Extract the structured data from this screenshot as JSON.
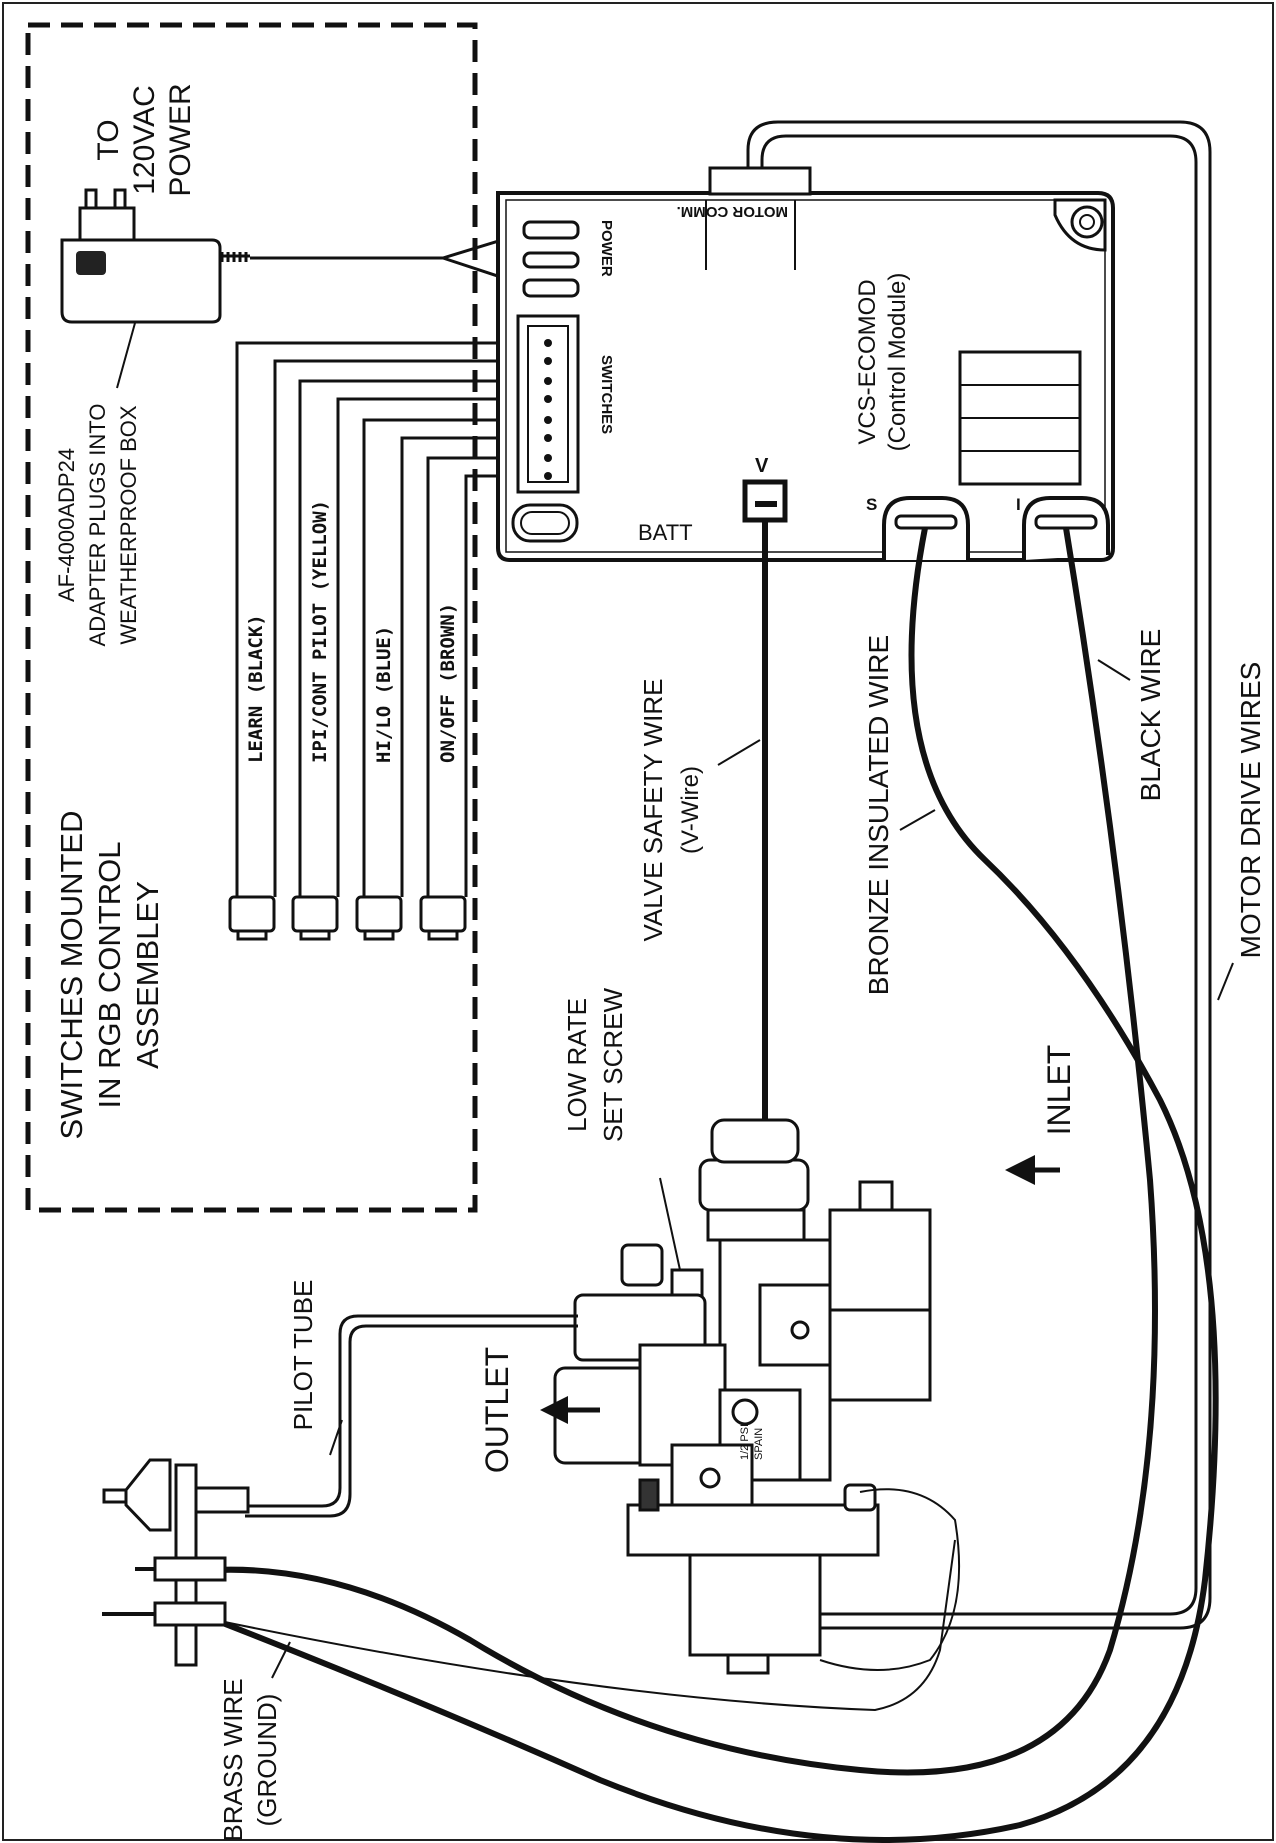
{
  "labels": {
    "power_line1": "TO",
    "power_line2": "120VAC",
    "power_line3": "POWER",
    "adapter_line1": "AF-4000ADP24",
    "adapter_line2": "ADAPTER PLUGS INTO",
    "adapter_line3": "WEATHERPROOF BOX",
    "switches_line1": "SWITCHES MOUNTED",
    "switches_line2": "IN RGB CONTROL",
    "switches_line3": "ASSEMBLEY",
    "switch_learn": "LEARN (BLACK)",
    "switch_ipi": "IPI/CONT PILOT (YELLOW)",
    "switch_hilo": "HI/LO (BLUE)",
    "switch_onoff": "ON/OFF (BROWN)",
    "module_port_power": "POWER",
    "module_port_switches": "SWITCHES",
    "module_port_motor": "MOTOR COMM.",
    "module_port_batt": "BATT",
    "module_port_v": "V",
    "module_port_s": "S",
    "module_port_i": "I",
    "module_name": "VCS-ECOMOD",
    "module_subtitle": "(Control Module)",
    "v_wire_line1": "VALVE SAFETY  WIRE",
    "v_wire_line2": "(V-Wire)",
    "bronze_wire": "BRONZE INSULATED WIRE",
    "black_wire": "BLACK WIRE",
    "motor_drive_wires": "MOTOR DRIVE WIRES",
    "low_rate_line1": "LOW RATE",
    "low_rate_line2": "SET SCREW",
    "inlet": "INLET",
    "outlet": "OUTLET",
    "pilot_tube": "PILOT TUBE",
    "brass_wire_line1": "BRASS WIRE",
    "brass_wire_line2": "(GROUND)",
    "valve_psi_line1": "1/2 PSI",
    "valve_psi_line2": "SPAIN"
  }
}
